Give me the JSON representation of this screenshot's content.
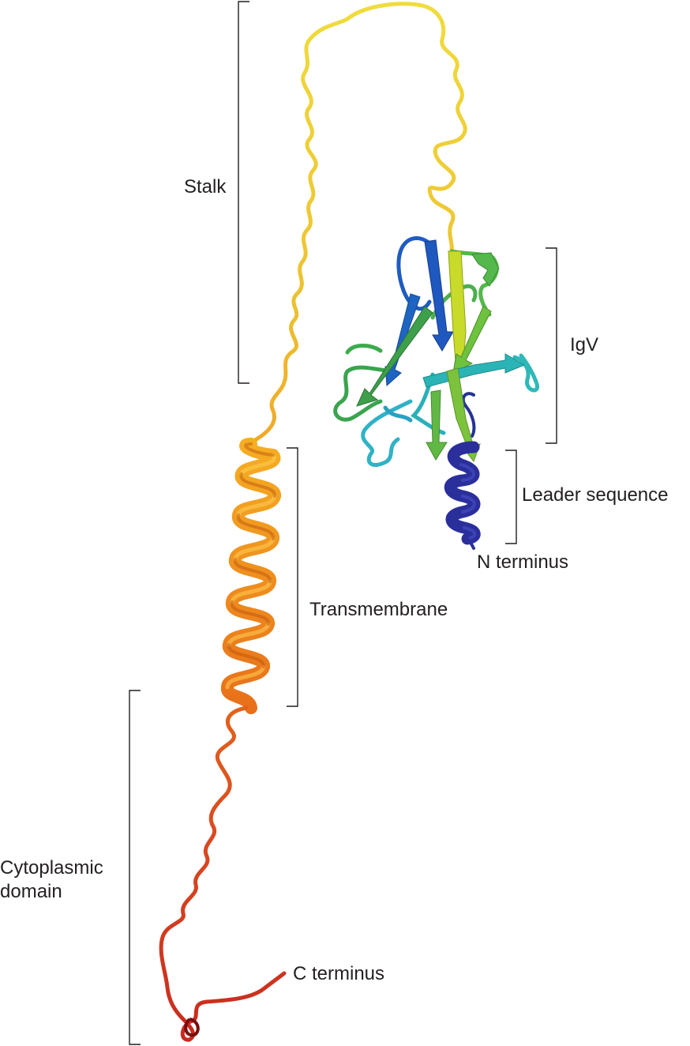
{
  "labels": {
    "stalk": "Stalk",
    "igv": "IgV",
    "leader_sequence": "Leader sequence",
    "n_terminus": "N terminus",
    "transmembrane": "Transmembrane",
    "cytoplasmic_line1": "Cytoplasmic",
    "cytoplasmic_line2": "domain",
    "c_terminus": "C terminus"
  },
  "colors": {
    "stalk": "#e8cc2c",
    "stalk_upper": "#f0d83a",
    "stalk_lower": "#f0b030",
    "transmembrane": "#f08a18",
    "transmembrane_dark": "#c85a10",
    "cytoplasmic": "#d02a20",
    "cytoplasmic_dark": "#8a1010",
    "leader": "#2a2e9c",
    "igv_blue": "#1f5fbf",
    "igv_cyan": "#2fb4c0",
    "igv_green": "#4fb848",
    "igv_lime": "#b8d830",
    "bracket": "#231f20",
    "text": "#231f20"
  }
}
